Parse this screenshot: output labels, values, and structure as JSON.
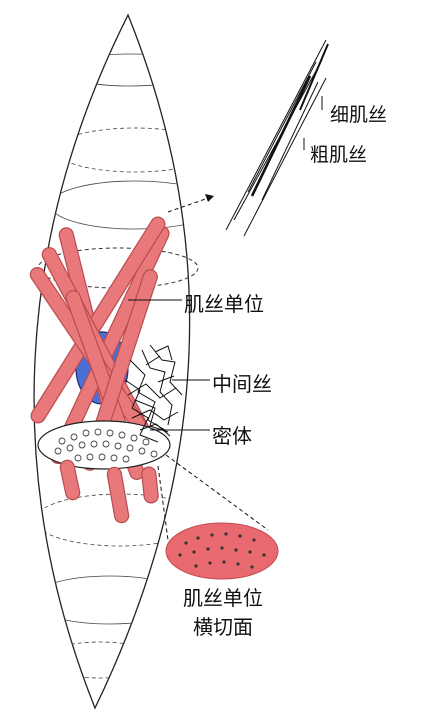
{
  "labels": {
    "thin_filament": "细肌丝",
    "thick_filament": "粗肌丝",
    "myofilament_unit": "肌丝单位",
    "intermediate_filament": "中间丝",
    "dense_body": "密体",
    "cross_section_line1": "肌丝单位",
    "cross_section_line2": "横切面"
  },
  "colors": {
    "outline": "#222222",
    "filament_fill": "#e8787a",
    "filament_stroke": "#b84c50",
    "nucleus": "#4a6fd6",
    "cross_section": "#e86a70",
    "dots": "#333333"
  }
}
